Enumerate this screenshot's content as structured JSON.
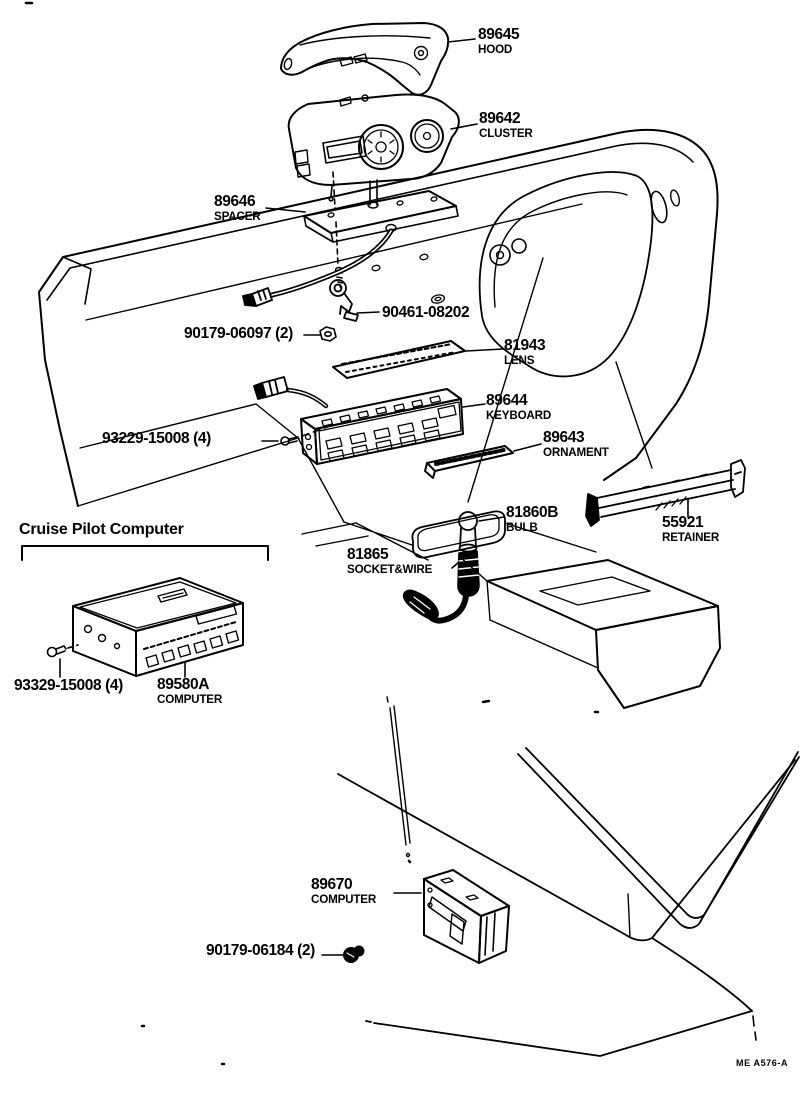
{
  "diagram": {
    "section_heading": "Cruise Pilot Computer",
    "doc_code": "ME A576-A",
    "colors": {
      "ink": "#000000",
      "background": "#ffffff"
    },
    "labels": {
      "hood": {
        "part_no": "89645",
        "name": "HOOD"
      },
      "cluster": {
        "part_no": "89642",
        "name": "CLUSTER"
      },
      "spacer": {
        "part_no": "89646",
        "name": "SPACER"
      },
      "clamp": {
        "part_no": "90461-08202"
      },
      "nut": {
        "part_no": "90179-06097 (2)"
      },
      "lens": {
        "part_no": "81943",
        "name": "LENS"
      },
      "keyboard": {
        "part_no": "89644",
        "name": "KEYBOARD"
      },
      "ornament": {
        "part_no": "89643",
        "name": "ORNAMENT"
      },
      "screw_dash": {
        "part_no": "93229-15008 (4)"
      },
      "bulb": {
        "part_no": "81860B",
        "name": "BULB"
      },
      "retainer": {
        "part_no": "55921",
        "name": "RETAINER"
      },
      "socket_wire": {
        "part_no": "81865",
        "name": "SOCKET&WIRE"
      },
      "screw_cpu": {
        "part_no": "93329-15008 (4)"
      },
      "computer_a": {
        "part_no": "89580A",
        "name": "COMPUTER"
      },
      "computer_b": {
        "part_no": "89670",
        "name": "COMPUTER"
      },
      "grommet": {
        "part_no": "90179-06184 (2)"
      }
    }
  }
}
